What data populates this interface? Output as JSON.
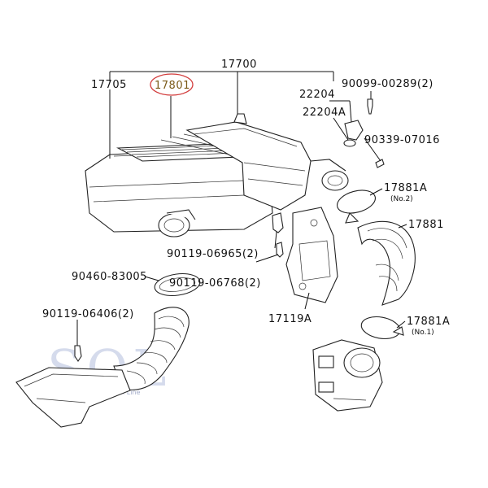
{
  "labels": {
    "assembly": "17700",
    "case": "17705",
    "element": "17801",
    "sensor": "22204",
    "sensor_oring": "22204A",
    "screw_top": "90099-00289(2)",
    "clip": "90339-07016",
    "clamp_no2": "17881A",
    "clamp_no2_sub": "(No.2)",
    "hose": "17881",
    "bolt1": "90119-06965(2)",
    "bolt2": "90119-06768(2)",
    "bracket": "17119A",
    "clamp_no1": "17881A",
    "clamp_no1_sub": "(No.1)",
    "band": "90460-83005",
    "bolt3": "90119-06406(2)"
  },
  "watermark": {
    "logo": "SOL",
    "tagline": "Sales On Line"
  },
  "colors": {
    "highlight_ring": "#d23c3c",
    "highlight_text": "#7a5a18"
  }
}
